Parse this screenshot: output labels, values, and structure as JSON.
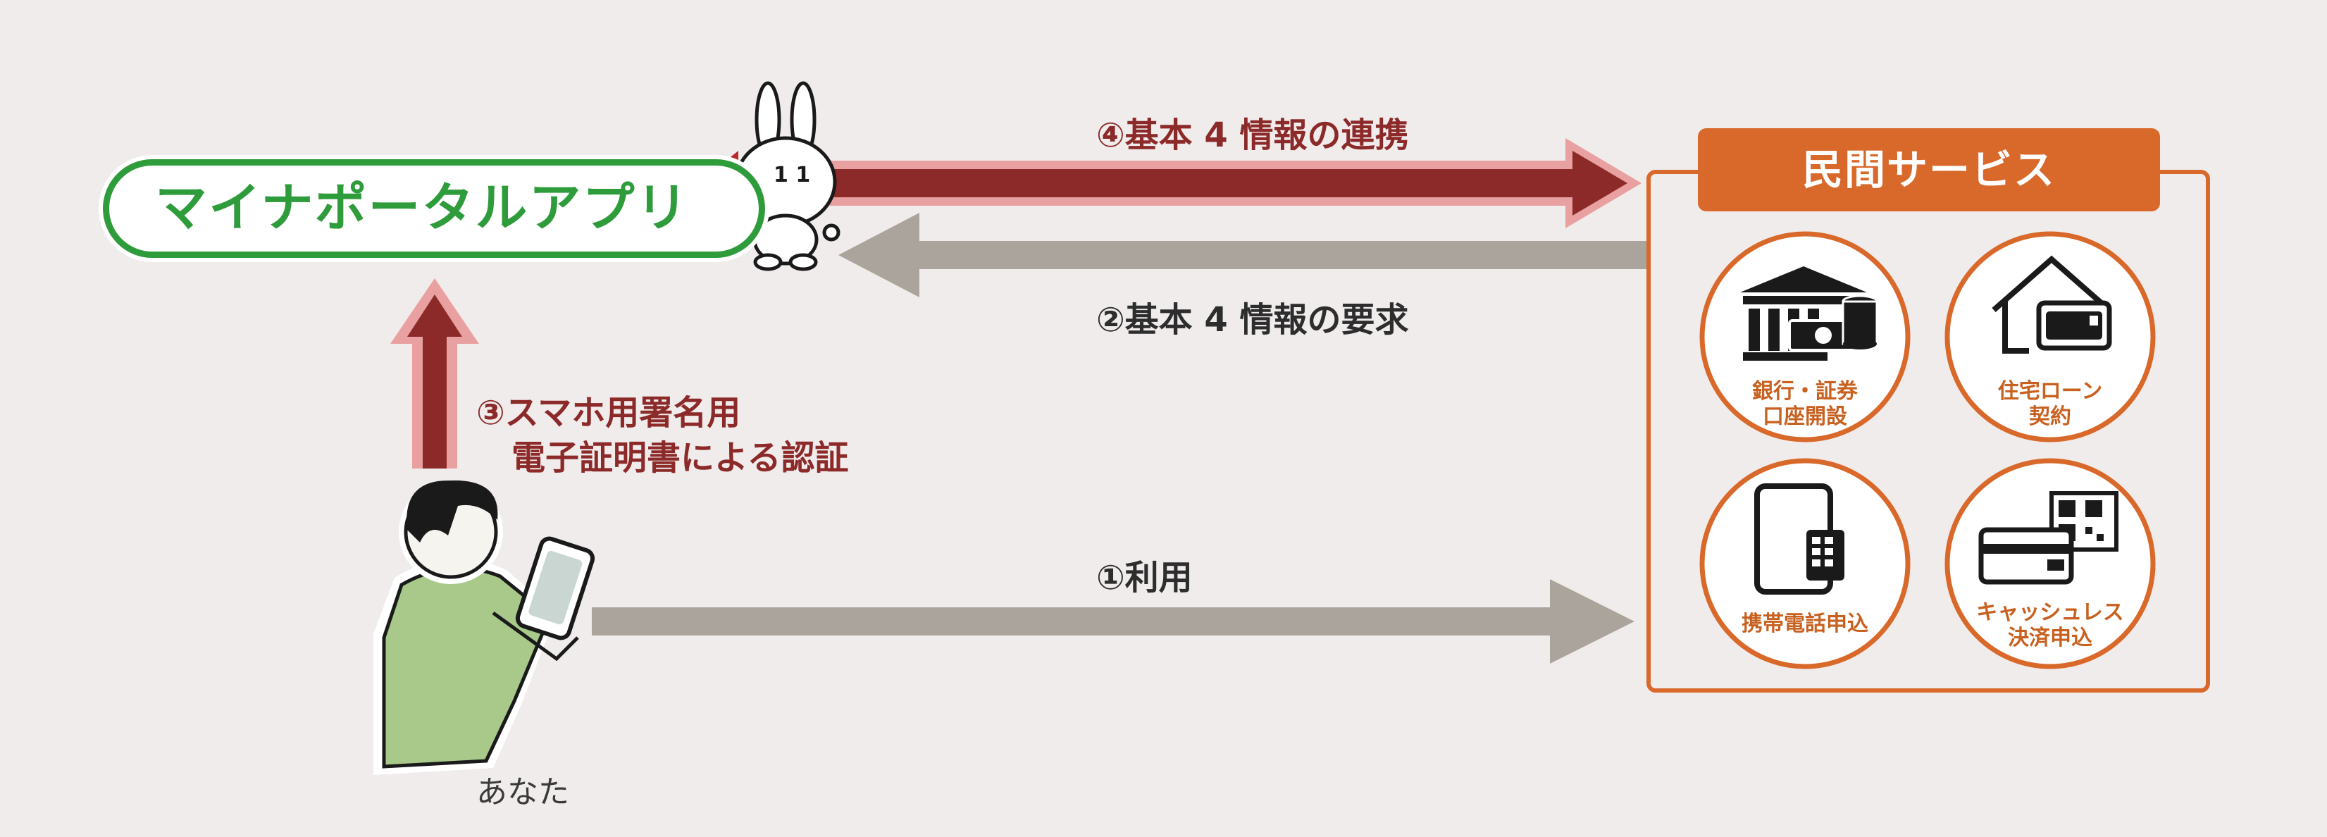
{
  "app": {
    "title": "マイナポータルアプリ"
  },
  "mascot": {
    "badge_digit": "1"
  },
  "services": {
    "title": "民間サービス",
    "items": [
      {
        "line1": "銀行・証券",
        "line2": "口座開設",
        "icon": "bank-icon"
      },
      {
        "line1": "住宅ローン",
        "line2": "契約",
        "icon": "house-card-icon"
      },
      {
        "line1": "携帯電話申込",
        "line2": "",
        "icon": "phone-sim-icon"
      },
      {
        "line1": "キャッシュレス",
        "line2": "決済申込",
        "icon": "card-qr-icon"
      }
    ]
  },
  "steps": {
    "use": "①利用",
    "request": "②基本 4 情報の要求",
    "auth_line1": "③スマホ用署名用",
    "auth_line2": "電子証明書による認証",
    "link": "④基本 4 情報の連携"
  },
  "user": {
    "label": "あなた"
  },
  "colors": {
    "red_arrow": "#8c2a2a",
    "red_arrow_outline": "#e08c8c",
    "grey_arrow": "#aba49d",
    "green": "#2f9c3c",
    "orange": "#d9692a",
    "background": "#f1ecec"
  }
}
